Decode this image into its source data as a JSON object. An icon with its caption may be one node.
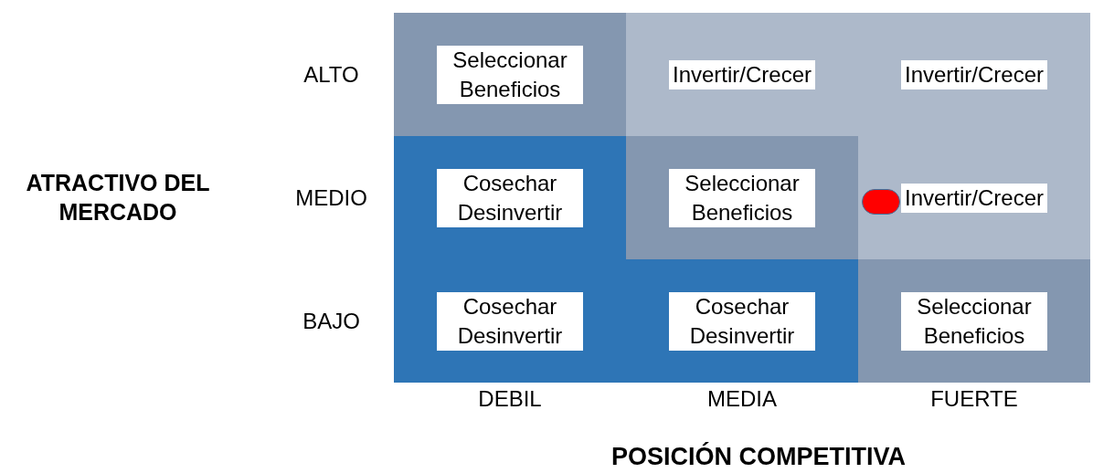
{
  "diagram": {
    "nodes": [
      {
        "text": [
          "Seleccionar Beneficios"
        ]
      },
      {
        "text": [
          "Invertir/Crecer"
        ]
      },
      {
        "text": [
          "Invertir/Crecer"
        ]
      },
      {
        "text": [
          "Cosechar Desinvertir"
        ]
      },
      {
        "text": [
          "Seleccionar Beneficios"
        ]
      },
      {
        "text": [
          "Invertir/Crecer"
        ]
      },
      {
        "text": [
          "Cosechar Desinvertir"
        ]
      },
      {
        "text": [
          "Cosechar Desinvertir"
        ]
      },
      {
        "text": [
          "Seleccionar Beneficios"
        ]
      }
    ],
    "labels": [
      "ATRACTIVO DEL MERCADO",
      "ALTO",
      "MEDIO",
      "BAJO",
      "DEBIL",
      "MEDIA",
      "FUERTE",
      "POSICIÓN COMPETITIVA"
    ]
  }
}
